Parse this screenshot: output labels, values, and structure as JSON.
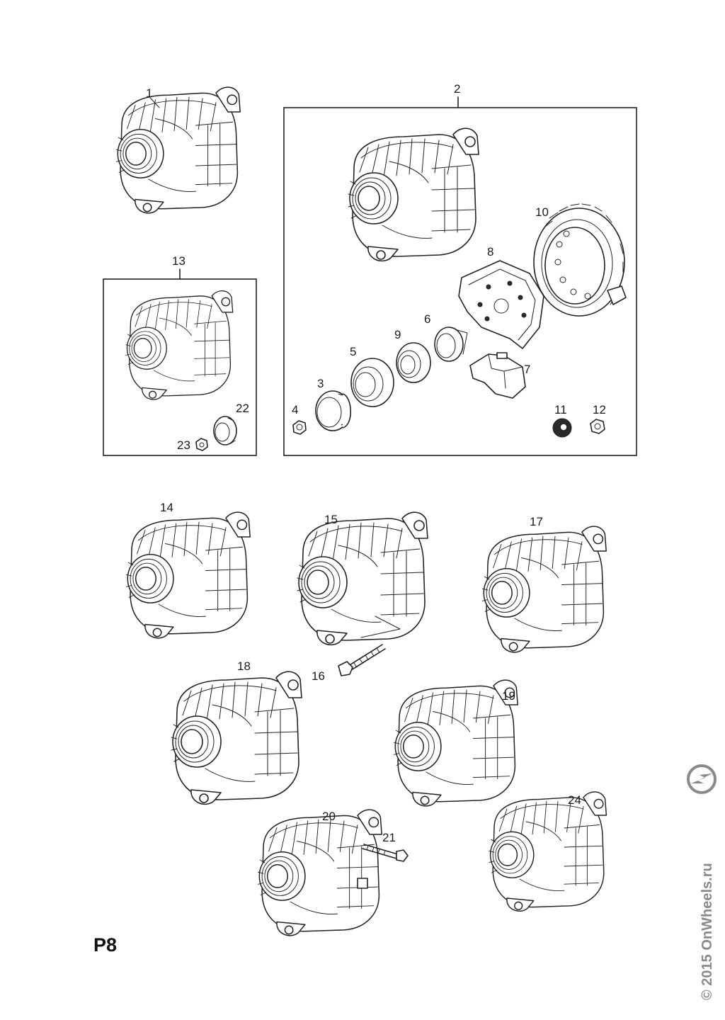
{
  "sheet_code": "P8",
  "watermark": "© 2015 OnWheels.ru",
  "watermark_logo": "opel-logo-icon",
  "callouts": {
    "c1": "1",
    "c2": "2",
    "c3": "3",
    "c4": "4",
    "c5": "5",
    "c6": "6",
    "c7": "7",
    "c8": "8",
    "c9": "9",
    "c10": "10",
    "c11": "11",
    "c12": "12",
    "c13": "13",
    "c14": "14",
    "c15": "15",
    "c16": "16",
    "c17": "17",
    "c18": "18",
    "c19": "19",
    "c20": "20",
    "c21": "21",
    "c22": "22",
    "c23": "23",
    "c24": "24"
  },
  "colors": {
    "line": "#222222",
    "watermark": "#8a8a8a",
    "background": "#ffffff"
  }
}
